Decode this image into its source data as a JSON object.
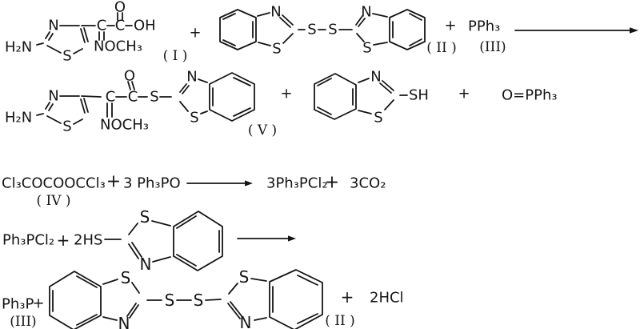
{
  "colors": {
    "ink": "#151515",
    "bg": "#ffffff"
  },
  "r1": {
    "h2n": "H₂N",
    "ring_n": "N",
    "ring_s": "S",
    "c1": "C",
    "c2": "C",
    "oh": "OH",
    "o": "O",
    "noch3": "NOCH₃",
    "label_i": "( I )",
    "plus1": "+",
    "bt1_n": "N",
    "bt1_s": "S",
    "s1": "S",
    "s2": "S",
    "bt2_n": "N",
    "bt2_s": "S",
    "label_ii": "( II )",
    "plus2": "+",
    "pph3": "PPh₃",
    "label_iii": "(III)"
  },
  "r2": {
    "h2n": "H₂N",
    "ring_n": "N",
    "ring_s": "S",
    "c1": "C",
    "c2": "C",
    "o": "O",
    "s_ester": "S",
    "noch3": "NOCH₃",
    "bt_n": "N",
    "bt_s": "S",
    "label_v": "( V )",
    "plus1": "+",
    "mbt_n": "N",
    "mbt_s": "S",
    "sh": "SH",
    "plus2": "+",
    "opph3": "O=PPh₃"
  },
  "r3": {
    "reagent1": "Cl₃COCOOCCl₃",
    "label_iv": "( IV )",
    "plus1": "+",
    "reagent2": "3 Ph₃PO",
    "product1": "3Ph₃PCl₂",
    "plus2": "+",
    "product2": "3CO₂"
  },
  "r4": {
    "reagent1": "Ph₃PCl₂",
    "plus": "+",
    "hs": "2HS",
    "bt_s": "S",
    "bt_n": "N"
  },
  "r5": {
    "pph3": "Ph₃P",
    "plus1": "+",
    "label_iii": "(III)",
    "btl_s": "S",
    "btl_n": "N",
    "s1": "S",
    "s2": "S",
    "btr_s": "S",
    "btr_n": "N",
    "plus2": "+",
    "hcl": "2HCl",
    "label_ii": "( II )"
  }
}
